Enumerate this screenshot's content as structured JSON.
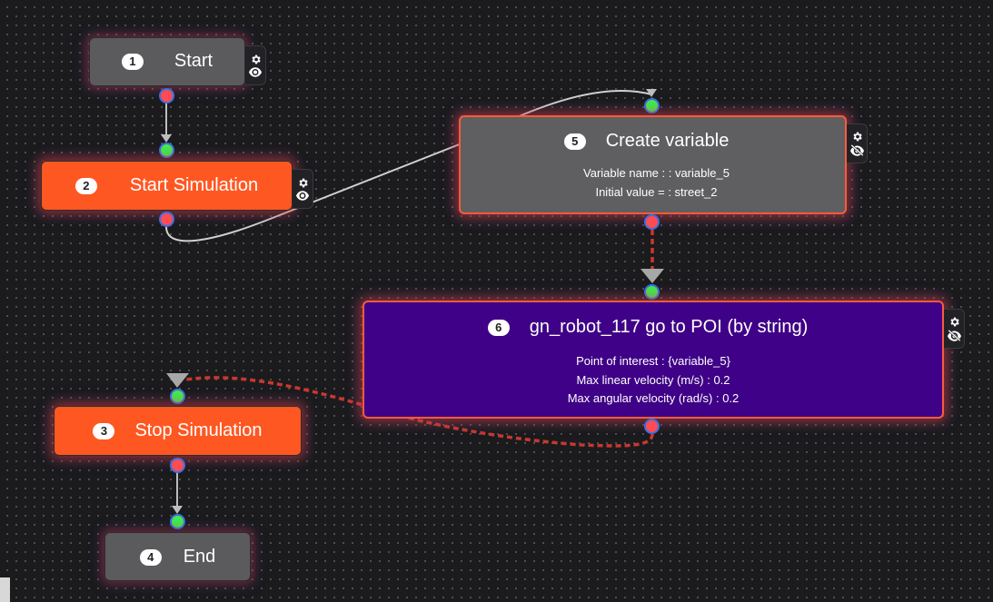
{
  "nodes": {
    "start": {
      "number": "1",
      "title": "Start"
    },
    "start_simulation": {
      "number": "2",
      "title": "Start Simulation"
    },
    "stop_simulation": {
      "number": "3",
      "title": "Stop Simulation"
    },
    "end": {
      "number": "4",
      "title": "End"
    },
    "create_variable": {
      "number": "5",
      "title": "Create variable",
      "params": [
        "Variable name : : variable_5",
        "Initial value = : street_2"
      ]
    },
    "go_to_poi": {
      "number": "6",
      "title": "gn_robot_117 go to POI (by string)",
      "params": [
        "Point of interest : {variable_5}",
        "Max linear velocity (m/s) : 0.2",
        "Max angular velocity (rad/s) : 0.2"
      ]
    }
  },
  "icons": [
    "gear-icon",
    "eye-icon",
    "eye-off-icon"
  ],
  "colors": {
    "canvas": "#1b1b1d",
    "node_gray": "#5b5b5d",
    "node_orange": "#ff5722",
    "node_purple": "#3f0187",
    "selected_border": "#ff5a3c",
    "input_port": "#43ee4c",
    "output_port": "#ff4b54"
  }
}
